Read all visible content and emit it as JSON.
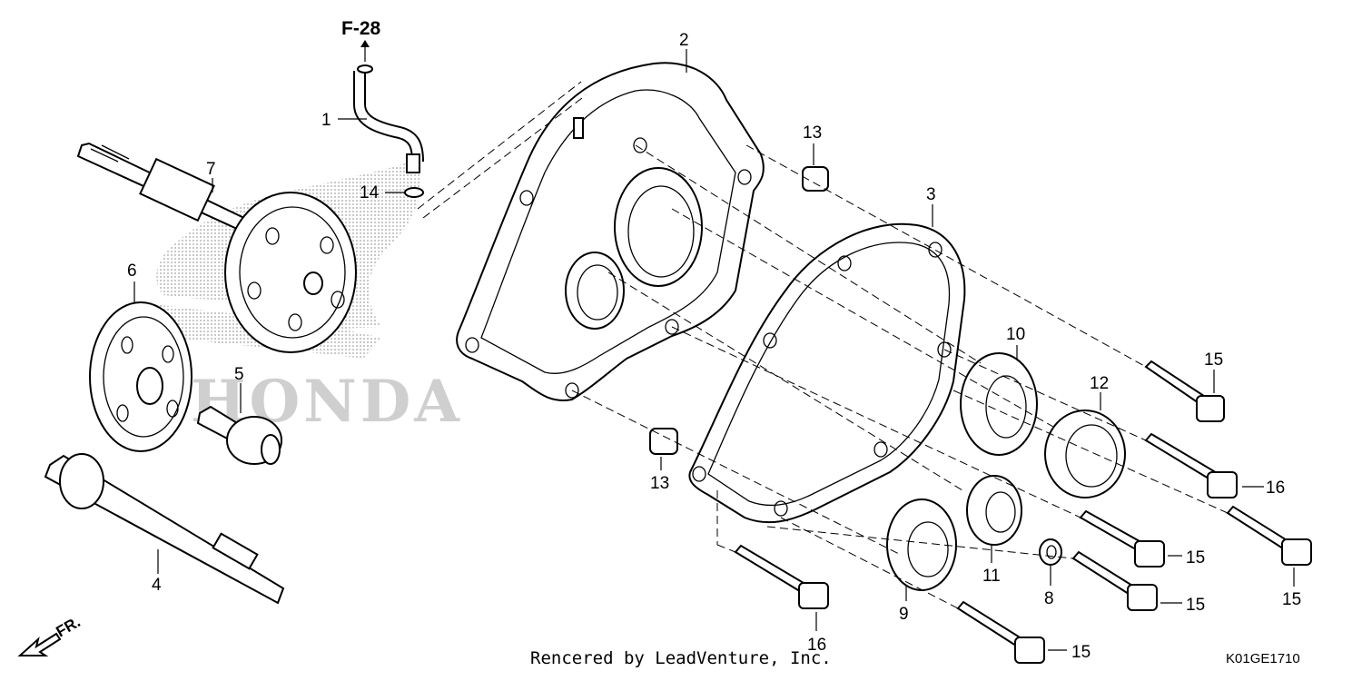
{
  "watermark": "HONDA",
  "reference": "F-28",
  "direction": "FR.",
  "credit": "Rencered by LeadVenture, Inc.",
  "diagram_code": "K01GE1710",
  "callouts": {
    "c1": "1",
    "c2": "2",
    "c3": "3",
    "c4": "4",
    "c5": "5",
    "c6": "6",
    "c7": "7",
    "c8": "8",
    "c9": "9",
    "c10": "10",
    "c11": "11",
    "c12": "12",
    "c13a": "13",
    "c13b": "13",
    "c14": "14",
    "c15a": "15",
    "c15b": "15",
    "c15c": "15",
    "c15d": "15",
    "c15e": "15",
    "c16a": "16",
    "c16b": "16"
  }
}
